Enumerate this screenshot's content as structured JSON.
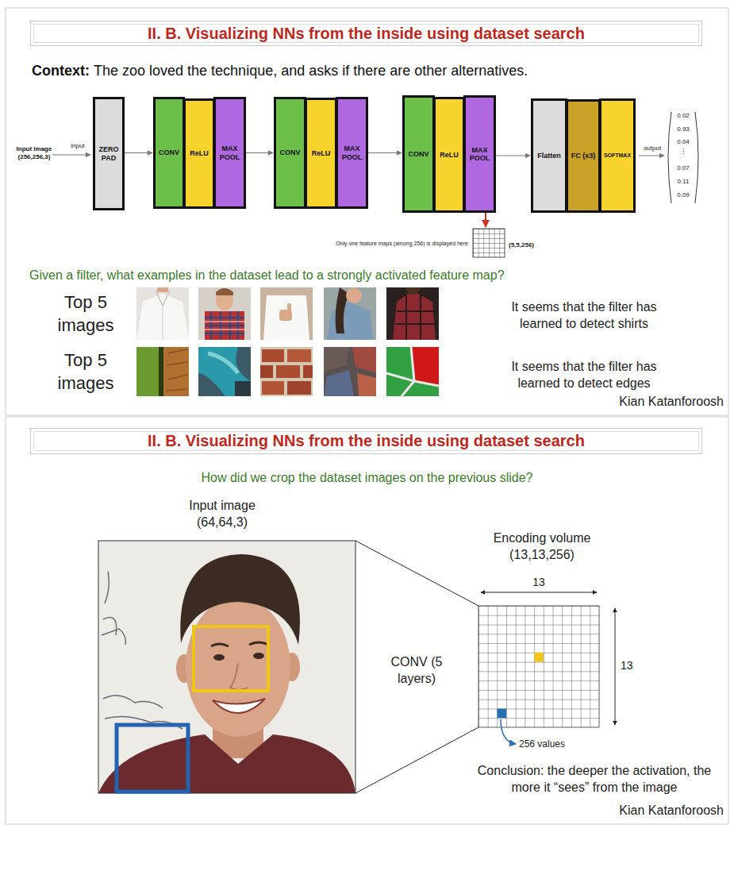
{
  "diagram": {
    "nodes": [
      {
        "text": [
          "II. B. Visualizing NNs from the inside using dataset search"
        ]
      },
      {
        "text": [
          "ZERO PAD"
        ]
      },
      {
        "text": [
          "CONV"
        ]
      },
      {
        "text": [
          "ReLU"
        ]
      },
      {
        "text": [
          "MAX POOL"
        ]
      },
      {
        "text": [
          "CONV"
        ]
      },
      {
        "text": [
          "ReLU"
        ]
      },
      {
        "text": [
          "MAX POOL"
        ]
      },
      {
        "text": [
          "CONV"
        ]
      },
      {
        "text": [
          "ReLU"
        ]
      },
      {
        "text": [
          "MAX POOL"
        ]
      },
      {
        "text": [
          "Flatten"
        ]
      },
      {
        "text": [
          "FC (x3)"
        ]
      },
      {
        "text": [
          "SOFTMAX"
        ]
      },
      {
        "text": [
          "II. B. Visualizing NNs from the inside using dataset search"
        ]
      }
    ],
    "edges": [
      {
        "from": 1,
        "to": 2,
        "arrow": "to"
      },
      {
        "from": 4,
        "to": 5,
        "arrow": "to"
      },
      {
        "from": 7,
        "to": 8,
        "arrow": "to"
      },
      {
        "from": 10,
        "to": 11,
        "arrow": "to"
      }
    ],
    "labels": [
      "Context:",
      "The zoo loved the technique, and asks if there are other alternatives.",
      "Input image (256,256,3)",
      "input",
      "output",
      "0.02",
      "0.93",
      "0.04",
      "⋮",
      "0.07",
      "0.11",
      "0.09",
      "Only one feature maps (among 256) is displayed here",
      "(5,5,256)",
      "Given a filter, what examples in the dataset lead to a strongly activated feature map?",
      "Top 5 images",
      "It seems that the filter has learned to detect shirts",
      "Top 5 images",
      "It seems that the filter has learned to detect edges",
      "Kian Katanforoosh",
      "How did we crop the dataset images on the previous slide?",
      "Input image (64,64,3)",
      "CONV (5 layers)",
      "Encoding volume (13,13,256)",
      "13",
      "13",
      "256 values",
      "Conclusion: the deeper the activation, the more it “sees” from the image",
      "Kian Katanforoosh"
    ]
  }
}
